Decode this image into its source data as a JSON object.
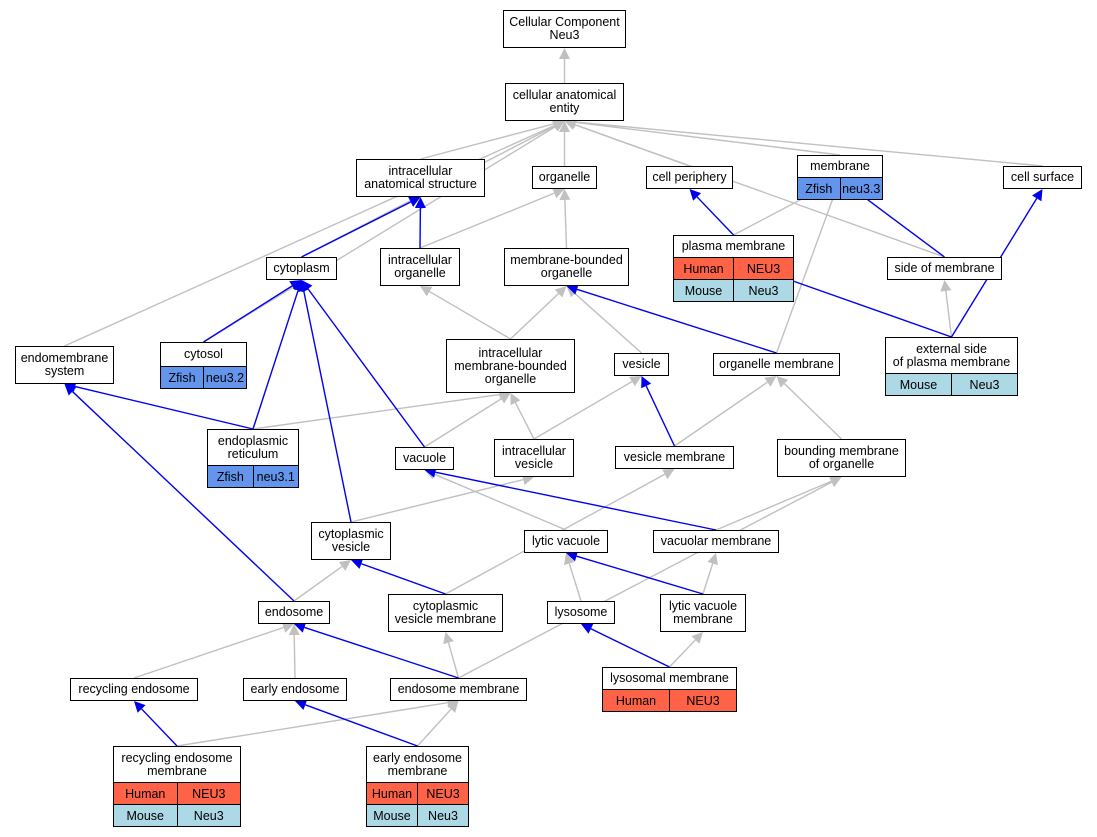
{
  "colors": {
    "gray_edge": "#c0c0c0",
    "blue_edge": "#0000ee",
    "human": "#ff6347",
    "mouse": "#add8e6",
    "zfish": "#6495ed"
  },
  "nodes": {
    "cc_root": [
      "Cellular Component",
      "Neu3"
    ],
    "anatomical_entity": [
      "cellular anatomical",
      "entity"
    ],
    "intracellular_structure": [
      "intracellular",
      "anatomical structure"
    ],
    "organelle": [
      "organelle"
    ],
    "cell_periphery": [
      "cell periphery"
    ],
    "membrane": [
      "membrane"
    ],
    "cell_surface": [
      "cell surface"
    ],
    "cytoplasm": [
      "cytoplasm"
    ],
    "intracellular_organelle": [
      "intracellular",
      "organelle"
    ],
    "membrane_bounded_organelle": [
      "membrane-bounded",
      "organelle"
    ],
    "plasma_membrane": [
      "plasma membrane"
    ],
    "side_of_membrane": [
      "side of membrane"
    ],
    "endomembrane_system": [
      "endomembrane",
      "system"
    ],
    "cytosol": [
      "cytosol"
    ],
    "intracellular_mb_organelle": [
      "intracellular",
      "membrane-bounded",
      "organelle"
    ],
    "vesicle": [
      "vesicle"
    ],
    "organelle_membrane": [
      "organelle membrane"
    ],
    "external_side_pm": [
      "external side",
      "of plasma membrane"
    ],
    "endoplasmic_reticulum": [
      "endoplasmic",
      "reticulum"
    ],
    "vacuole": [
      "vacuole"
    ],
    "intracellular_vesicle": [
      "intracellular",
      "vesicle"
    ],
    "vesicle_membrane": [
      "vesicle membrane"
    ],
    "bounding_membrane": [
      "bounding membrane",
      "of organelle"
    ],
    "cytoplasmic_vesicle": [
      "cytoplasmic",
      "vesicle"
    ],
    "lytic_vacuole": [
      "lytic vacuole"
    ],
    "vacuolar_membrane": [
      "vacuolar membrane"
    ],
    "endosome": [
      "endosome"
    ],
    "cytoplasmic_vesicle_membrane": [
      "cytoplasmic",
      "vesicle membrane"
    ],
    "lysosome": [
      "lysosome"
    ],
    "lytic_vacuole_membrane": [
      "lytic vacuole",
      "membrane"
    ],
    "recycling_endosome": [
      "recycling endosome"
    ],
    "early_endosome": [
      "early endosome"
    ],
    "endosome_membrane": [
      "endosome membrane"
    ],
    "lysosomal_membrane": [
      "lysosomal membrane"
    ],
    "recycling_endosome_membrane": [
      "recycling endosome",
      "membrane"
    ],
    "early_endosome_membrane": [
      "early endosome",
      "membrane"
    ]
  },
  "orthologs": {
    "membrane": [
      [
        "Zfish",
        "neu3.3"
      ]
    ],
    "plasma_membrane": [
      [
        "Human",
        "NEU3"
      ],
      [
        "Mouse",
        "Neu3"
      ]
    ],
    "cytosol": [
      [
        "Zfish",
        "neu3.2"
      ]
    ],
    "external_side_pm": [
      [
        "Mouse",
        "Neu3"
      ]
    ],
    "endoplasmic_reticulum": [
      [
        "Zfish",
        "neu3.1"
      ]
    ],
    "lysosomal_membrane": [
      [
        "Human",
        "NEU3"
      ]
    ],
    "recycling_endosome_membrane": [
      [
        "Human",
        "NEU3"
      ],
      [
        "Mouse",
        "Neu3"
      ]
    ],
    "early_endosome_membrane": [
      [
        "Human",
        "NEU3"
      ],
      [
        "Mouse",
        "Neu3"
      ]
    ]
  },
  "relations": {
    "is_a": [
      [
        "anatomical_entity",
        "cc_root"
      ],
      [
        "intracellular_structure",
        "anatomical_entity"
      ],
      [
        "organelle",
        "anatomical_entity"
      ],
      [
        "cell_periphery",
        "anatomical_entity"
      ],
      [
        "membrane",
        "anatomical_entity"
      ],
      [
        "cell_surface",
        "anatomical_entity"
      ],
      [
        "cytoplasm",
        "anatomical_entity"
      ],
      [
        "cytosol",
        "anatomical_entity"
      ],
      [
        "endomembrane_system",
        "anatomical_entity"
      ],
      [
        "side_of_membrane",
        "anatomical_entity"
      ],
      [
        "intracellular_organelle",
        "organelle"
      ],
      [
        "membrane_bounded_organelle",
        "organelle"
      ],
      [
        "plasma_membrane",
        "membrane"
      ],
      [
        "organelle_membrane",
        "membrane"
      ],
      [
        "intracellular_mb_organelle",
        "intracellular_organelle"
      ],
      [
        "intracellular_mb_organelle",
        "membrane_bounded_organelle"
      ],
      [
        "vesicle",
        "membrane_bounded_organelle"
      ],
      [
        "endoplasmic_reticulum",
        "intracellular_mb_organelle"
      ],
      [
        "vacuole",
        "intracellular_mb_organelle"
      ],
      [
        "intracellular_vesicle",
        "intracellular_mb_organelle"
      ],
      [
        "intracellular_vesicle",
        "vesicle"
      ],
      [
        "vesicle_membrane",
        "organelle_membrane"
      ],
      [
        "bounding_membrane",
        "organelle_membrane"
      ],
      [
        "external_side_pm",
        "side_of_membrane"
      ],
      [
        "cytoplasmic_vesicle",
        "intracellular_vesicle"
      ],
      [
        "lytic_vacuole",
        "vacuole"
      ],
      [
        "vacuolar_membrane",
        "bounding_membrane"
      ],
      [
        "cytoplasmic_vesicle_membrane",
        "vesicle_membrane"
      ],
      [
        "endosome",
        "cytoplasmic_vesicle"
      ],
      [
        "lysosome",
        "lytic_vacuole"
      ],
      [
        "lytic_vacuole_membrane",
        "vacuolar_membrane"
      ],
      [
        "recycling_endosome",
        "endosome"
      ],
      [
        "early_endosome",
        "endosome"
      ],
      [
        "endosome_membrane",
        "cytoplasmic_vesicle_membrane"
      ],
      [
        "endosome_membrane",
        "bounding_membrane"
      ],
      [
        "lysosomal_membrane",
        "lytic_vacuole_membrane"
      ],
      [
        "recycling_endosome_membrane",
        "endosome_membrane"
      ],
      [
        "early_endosome_membrane",
        "endosome_membrane"
      ]
    ],
    "part_of": [
      [
        "cytoplasm",
        "intracellular_structure"
      ],
      [
        "intracellular_organelle",
        "intracellular_structure"
      ],
      [
        "plasma_membrane",
        "cell_periphery"
      ],
      [
        "side_of_membrane",
        "membrane"
      ],
      [
        "external_side_pm",
        "cell_surface"
      ],
      [
        "external_side_pm",
        "plasma_membrane"
      ],
      [
        "cytosol",
        "cytoplasm"
      ],
      [
        "endoplasmic_reticulum",
        "cytoplasm"
      ],
      [
        "cytoplasmic_vesicle",
        "cytoplasm"
      ],
      [
        "vacuole",
        "cytoplasm"
      ],
      [
        "organelle_membrane",
        "membrane_bounded_organelle"
      ],
      [
        "vesicle_membrane",
        "vesicle"
      ],
      [
        "vacuolar_membrane",
        "vacuole"
      ],
      [
        "cytoplasmic_vesicle_membrane",
        "cytoplasmic_vesicle"
      ],
      [
        "endosome",
        "endomembrane_system"
      ],
      [
        "endoplasmic_reticulum",
        "endomembrane_system"
      ],
      [
        "lytic_vacuole_membrane",
        "lytic_vacuole"
      ],
      [
        "endosome_membrane",
        "endosome"
      ],
      [
        "lysosomal_membrane",
        "lysosome"
      ],
      [
        "recycling_endosome_membrane",
        "recycling_endosome"
      ],
      [
        "early_endosome_membrane",
        "early_endosome"
      ]
    ]
  }
}
